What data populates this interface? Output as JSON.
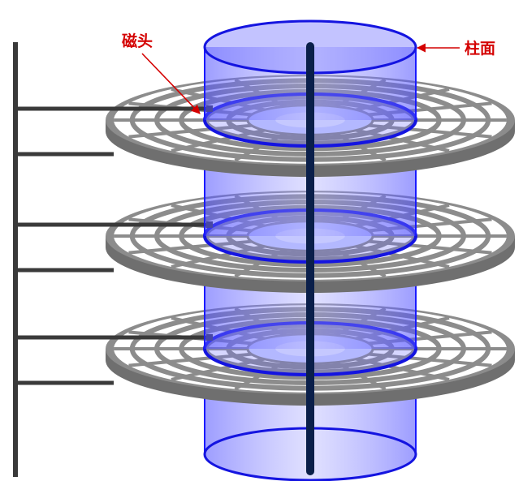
{
  "labels": {
    "head": "磁头",
    "cylinder": "柱面"
  },
  "colors": {
    "platter": "#8c8c8c",
    "platter_edge": "#6f6f6f",
    "arm": "#3a3a3a",
    "spindle": "#0a1f4a",
    "cylinder_fill": "#6b6bff",
    "cylinder_stroke": "#1a1aff",
    "cylinder_rim": "#1414e0",
    "label": "#d40000"
  },
  "platters": 3,
  "sectors_per_track": 16
}
